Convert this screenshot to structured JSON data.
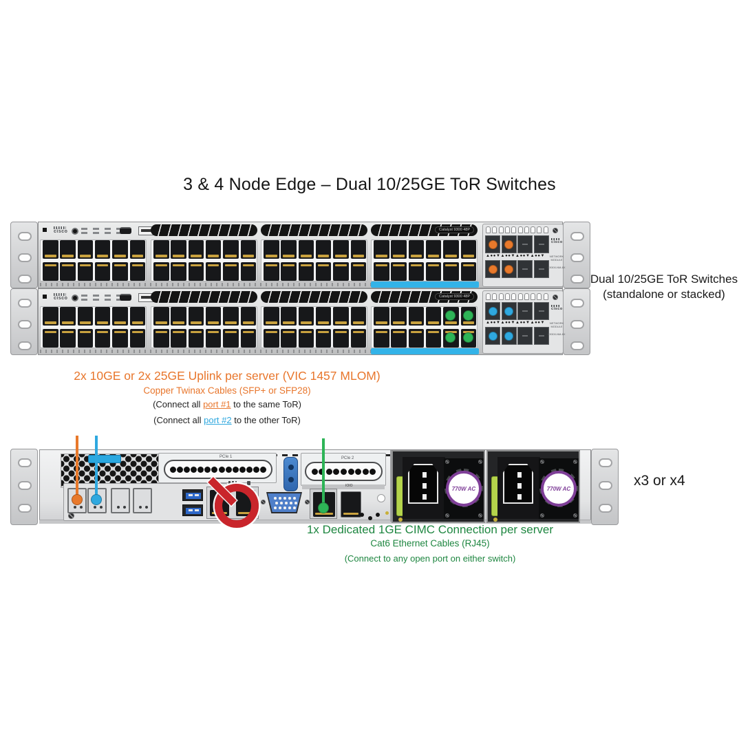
{
  "title": "3 & 4 Node Edge – Dual 10/25GE ToR Switches",
  "tor_label": {
    "line1": "Dual 10/25GE ToR Switches",
    "line2": "(standalone or stacked)"
  },
  "uplink_annotation": {
    "heading": "2x 10GE or 2x 25GE Uplink per server (VIC 1457 MLOM)",
    "subheading": "Copper Twinax Cables (SFP+ or SFP28)",
    "port1_prefix": "(Connect all ",
    "port1_link": "port #1",
    "port1_suffix": " to the same ToR)",
    "port2_prefix": "(Connect all ",
    "port2_link": "port #2",
    "port2_suffix": " to the other ToR)"
  },
  "cimc_annotation": {
    "heading": "1x Dedicated 1GE CIMC Connection per server",
    "subheading": "Cat6 Ethernet Cables (RJ45)",
    "note": "(Connect to any open port on either switch)"
  },
  "server_count_label": "x3 or x4",
  "switches": {
    "units": [
      {
        "id": "tor-switch-1",
        "model_badge": "Catalyst 9300 48P",
        "uplink_dot_color": "#E8792B",
        "has_green_cimc_dots": false
      },
      {
        "id": "tor-switch-2",
        "model_badge": "Catalyst 9300 48P",
        "uplink_dot_color": "#2FA8DF",
        "has_green_cimc_dots": true
      }
    ],
    "spec": {
      "port_groups": 4,
      "cols_per_group": 6,
      "rows": 2,
      "module_rows": 2,
      "module_ports_per_row": 4,
      "module_connected_per_row": 2,
      "brand": "cisco",
      "module_label": "NETWORK MODULE",
      "module_model": "C9300-NM-8X"
    }
  },
  "server": {
    "pcie1_label": "PCIe 1",
    "pcie2_label": "PCIe 2",
    "cimc_port_label": "IOIO",
    "psu_label": "770W AC",
    "psu_count": 2,
    "vic_port_count": 4
  },
  "colors": {
    "uplink1_orange": "#E8792B",
    "uplink2_blue": "#2FA8DF",
    "cimc_green": "#2EB457",
    "green_text": "#1E8640",
    "orange_text": "#E8762C",
    "prohibited_red": "#C9252B",
    "psu_purple": "#7F3F98",
    "switch_blue_strip": "#33B3E8"
  }
}
